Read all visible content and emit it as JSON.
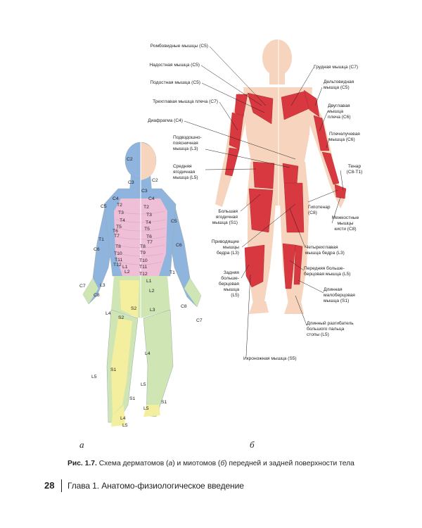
{
  "figure": {
    "panel_a": "а",
    "panel_b": "б",
    "muscles": {
      "romb": "Ромбовидные мышцы (C5)",
      "nadost": "Надостная мышца (C5)",
      "podost": "Подостная мышца (C5)",
      "triceps": "Трехглавая мышца плеча (C7)",
      "diaphragm": "Диафрагма (C4)",
      "iliopsoas": "Подвздошно-\nпоясничная\nмышца (L3)",
      "glut_med": "Средняя\nягодичная\nмышца (L5)",
      "glut_max": "Большая\nягодичная\nмышца (S1)",
      "adductors": "Приводящие\nмышцы\nбедра (L3)",
      "tib_post": "Задняя\nбольше-\nберцовая\nмышца\n(L5)",
      "triceps_surae": "Икроножная мышца (S5)",
      "pectoral": "Грудная мышца (C7)",
      "deltoid": "Дельтовидная\nмышца (C5)",
      "biceps": "Двуглавая\nмышца\nплеча (C6)",
      "brachiorad": "Плечелучевая\nмышца (C6)",
      "thenar": "Тенар\n(C8-T1)",
      "hypothenar": "Гипотенар\n(C8)",
      "interossei": "Межкостные\nмышцы\nкисти (C8)",
      "quadriceps": "Четырехглавая\nмышца бедра (L3)",
      "tib_ant": "Передняя больше-\nберцовая мышца (L5)",
      "peroneus": "Длинная\nмалоберцовая\nмышца (S1)",
      "ext_hallucis": "Длинный разгибатель\nбольшого пальца\nстопы (L5)"
    },
    "dermatomes": {
      "c2a": "C2",
      "c2b": "C2",
      "c3a": "C3",
      "c3b": "C3",
      "c4a": "C4",
      "c4b": "C4",
      "c5a": "C5",
      "c5b": "C5",
      "c6a": "C6",
      "c6b": "C6",
      "c7a": "C7",
      "c7b": "C7",
      "c8a": "C8",
      "c8b": "C8",
      "t1a": "T1",
      "t1b": "T1",
      "t2a": "T2",
      "t2b": "T2",
      "t3a": "T3",
      "t3b": "T3",
      "t4a": "T4",
      "t4b": "T4",
      "t5a": "T5",
      "t5b": "T5",
      "t6a": "T6",
      "t6b": "T6",
      "t7a": "T7",
      "t7b": "T7",
      "t8a": "T8",
      "t8b": "T8",
      "t9": "T9",
      "t10a": "T10",
      "t10b": "T10",
      "t11a": "T11",
      "t11b": "T11",
      "t12a": "T12",
      "t12b": "T12",
      "l1a": "L1",
      "l1b": "L1",
      "l2a": "L2",
      "l2b": "L2",
      "l3a": "L3",
      "l3b": "L3",
      "l4a": "L4",
      "l4b": "L4",
      "l4c": "L4",
      "l5a": "L5",
      "l5b": "L5",
      "l5c": "L5",
      "l5d": "L5",
      "s1a": "S1",
      "s1b": "S1",
      "s1c": "S1",
      "s2a": "S2",
      "s2b": "S2"
    }
  },
  "caption": {
    "label": "Рис. 1.7.",
    "text_1": " Схема дерматомов (",
    "a": "а",
    "text_2": ") и миотомов (",
    "b": "б",
    "text_3": ") передней и задней поверхности тела"
  },
  "footer": {
    "page_number": "28",
    "chapter": "Глава 1. Анатомо-физиологическое введение"
  },
  "colors": {
    "blue": "#8fb4de",
    "pink": "#efbfd7",
    "yellow": "#f4ee9f",
    "green": "#cfe5b4",
    "skin": "#f6d4bd",
    "muscle": "#d8383f"
  }
}
